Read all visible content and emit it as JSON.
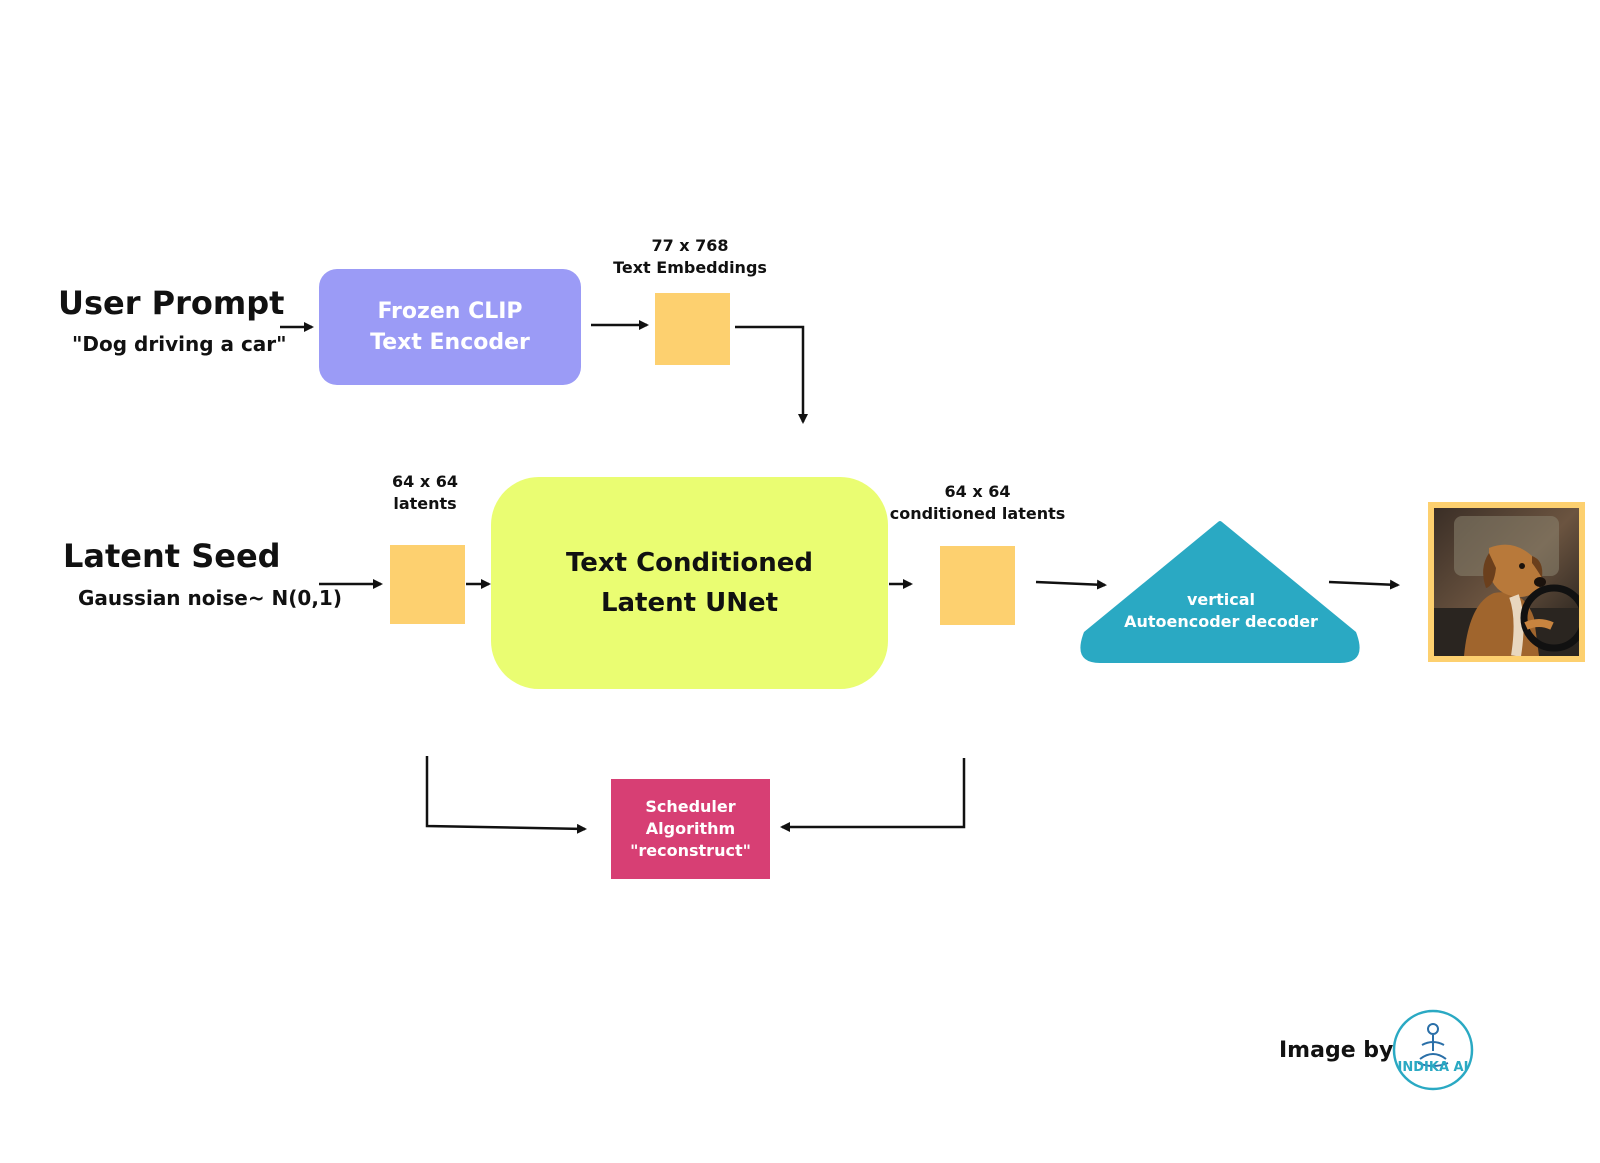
{
  "user_prompt": {
    "title": "User Prompt",
    "text": "\"Dog driving a car\""
  },
  "clip_encoder": {
    "line1": "Frozen CLIP",
    "line2": "Text Encoder"
  },
  "text_embeddings": {
    "dims": "77 x 768",
    "label": "Text Embeddings"
  },
  "latent_seed": {
    "title": "Latent Seed",
    "text": "Gaussian noise~ N(0,1)"
  },
  "input_latents": {
    "dims": "64 x 64",
    "label": "latents"
  },
  "unet": {
    "line1": "Text Conditioned",
    "line2": "Latent UNet"
  },
  "conditioned_latents": {
    "dims": "64 x 64",
    "label": "conditioned latents"
  },
  "decoder": {
    "line1": "vertical",
    "line2": "Autoencoder decoder"
  },
  "scheduler": {
    "line1": "Scheduler",
    "line2": "Algorithm",
    "line3": "\"reconstruct\""
  },
  "credit": {
    "text": "Image by",
    "logo_text": "INDIKA AI"
  },
  "colors": {
    "clip": "#9b9bf6",
    "latent_square": "#fdd06f",
    "unet": "#eafd72",
    "decoder": "#2aa9c3",
    "scheduler": "#d73f74"
  },
  "icons": {
    "output_image": "dog-in-car-photo",
    "logo": "meditating-figure-logo"
  }
}
